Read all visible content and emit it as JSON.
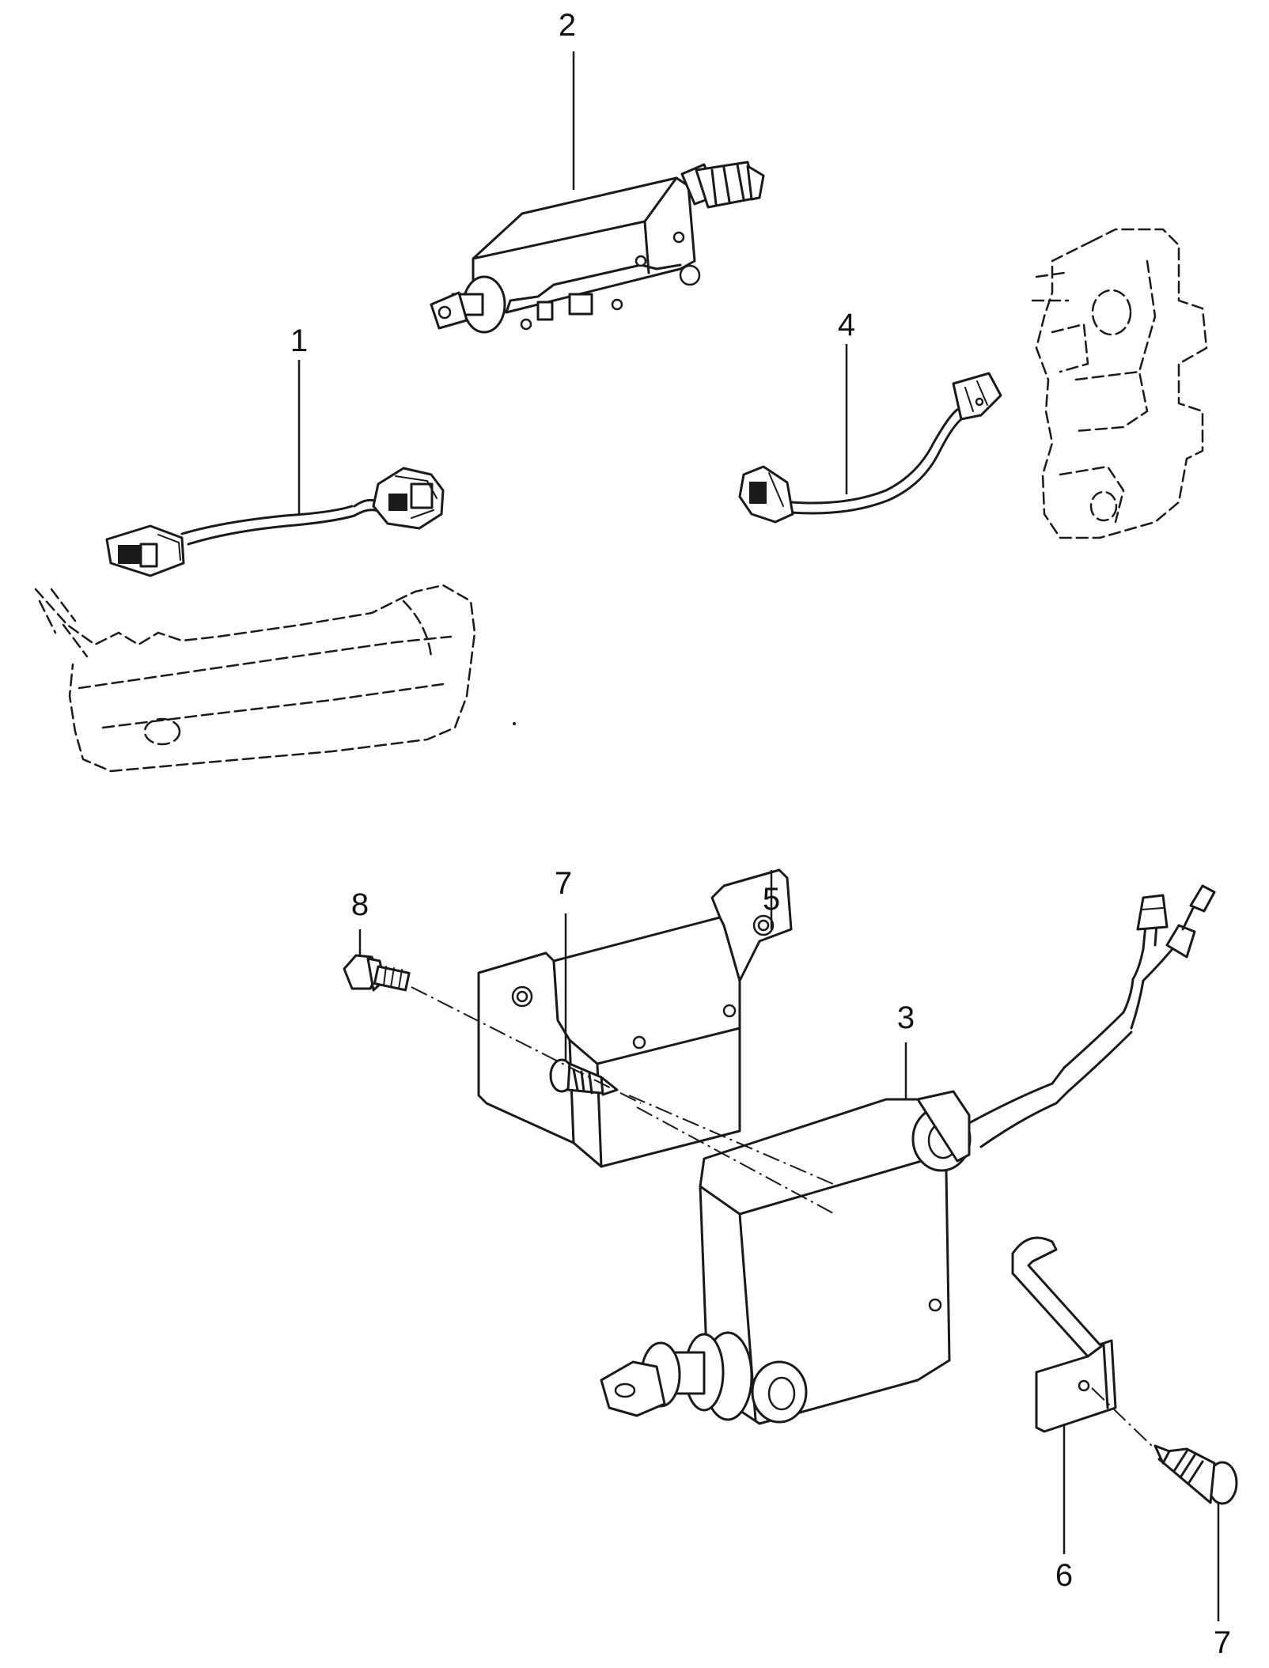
{
  "callouts": {
    "c1": "1",
    "c2": "2",
    "c3": "3",
    "c4": "4",
    "c5": "5",
    "c6": "6",
    "c7a": "7",
    "c7b": "7",
    "c8": "8"
  },
  "colors": {
    "ink": "#1a1a1a",
    "background": "#ffffff"
  }
}
